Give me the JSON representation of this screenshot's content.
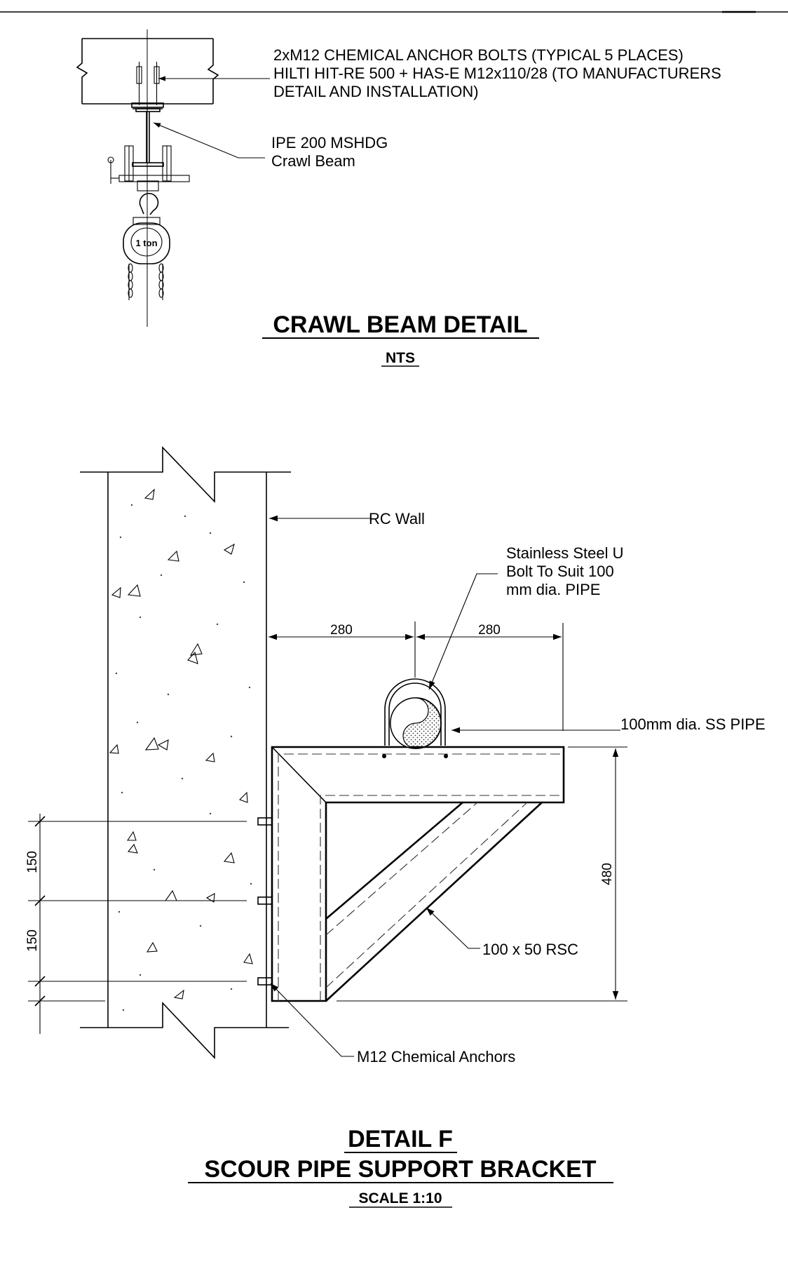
{
  "crawl_beam_detail": {
    "anchor_note": [
      "2xM12 CHEMICAL ANCHOR BOLTS (TYPICAL 5 PLACES)",
      "HILTI HIT-RE 500 + HAS-E M12x110/28 (TO MANUFACTURERS",
      "DETAIL AND INSTALLATION)"
    ],
    "beam_note": [
      "IPE 200 MSHDG",
      "Crawl Beam"
    ],
    "hoist_label": "1 ton",
    "title": "CRAWL BEAM DETAIL",
    "scale": "NTS"
  },
  "detail_f": {
    "rc_wall_label": "RC Wall",
    "ubolt_note": [
      "Stainless Steel U",
      "Bolt To Suit 100",
      "mm dia. PIPE"
    ],
    "pipe_label": "100mm dia. SS PIPE",
    "rsc_label": "100 x 50 RSC",
    "anchors_label": "M12 Chemical Anchors",
    "dims": {
      "horizontal_left": "280",
      "horizontal_right": "280",
      "vertical_height": "480",
      "anchor_spacing_top": "150",
      "anchor_spacing_bottom": "150"
    },
    "title_line1": "DETAIL F",
    "title_line2": "SCOUR PIPE SUPPORT BRACKET",
    "scale": "SCALE 1:10"
  }
}
